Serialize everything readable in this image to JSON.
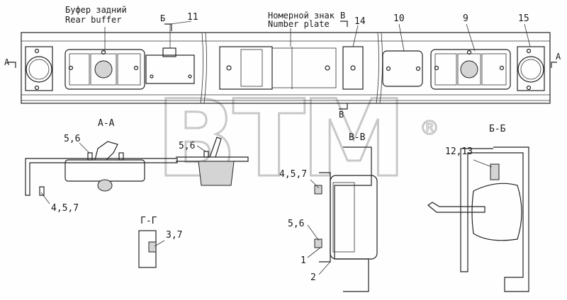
{
  "labels": {
    "rear_buffer_ru": "Буфер задний",
    "rear_buffer_en": "Rear buffer",
    "number_plate_ru": "Номерной знак",
    "number_plate_en": "Number plate",
    "section_b_top": "Б",
    "section_v_top": "В",
    "section_v_bottom": "В",
    "section_a_left": "А",
    "section_a_right": "А",
    "view_aa": "А-А",
    "view_vv": "В-В",
    "view_bb": "Б-Б",
    "view_gg": "Г-Г",
    "callout_11": "11",
    "callout_14": "14",
    "callout_10": "10",
    "callout_9": "9",
    "callout_15": "15",
    "callout_56_a": "5,6",
    "callout_457_a": "4,5,7",
    "callout_56_b": "5,6",
    "callout_457_v": "4,5,7",
    "callout_56_v": "5,6",
    "callout_1": "1",
    "callout_2": "2",
    "callout_1213": "12,13",
    "callout_37": "3,7"
  },
  "watermark": {
    "text": "BTM",
    "mark": "®"
  }
}
